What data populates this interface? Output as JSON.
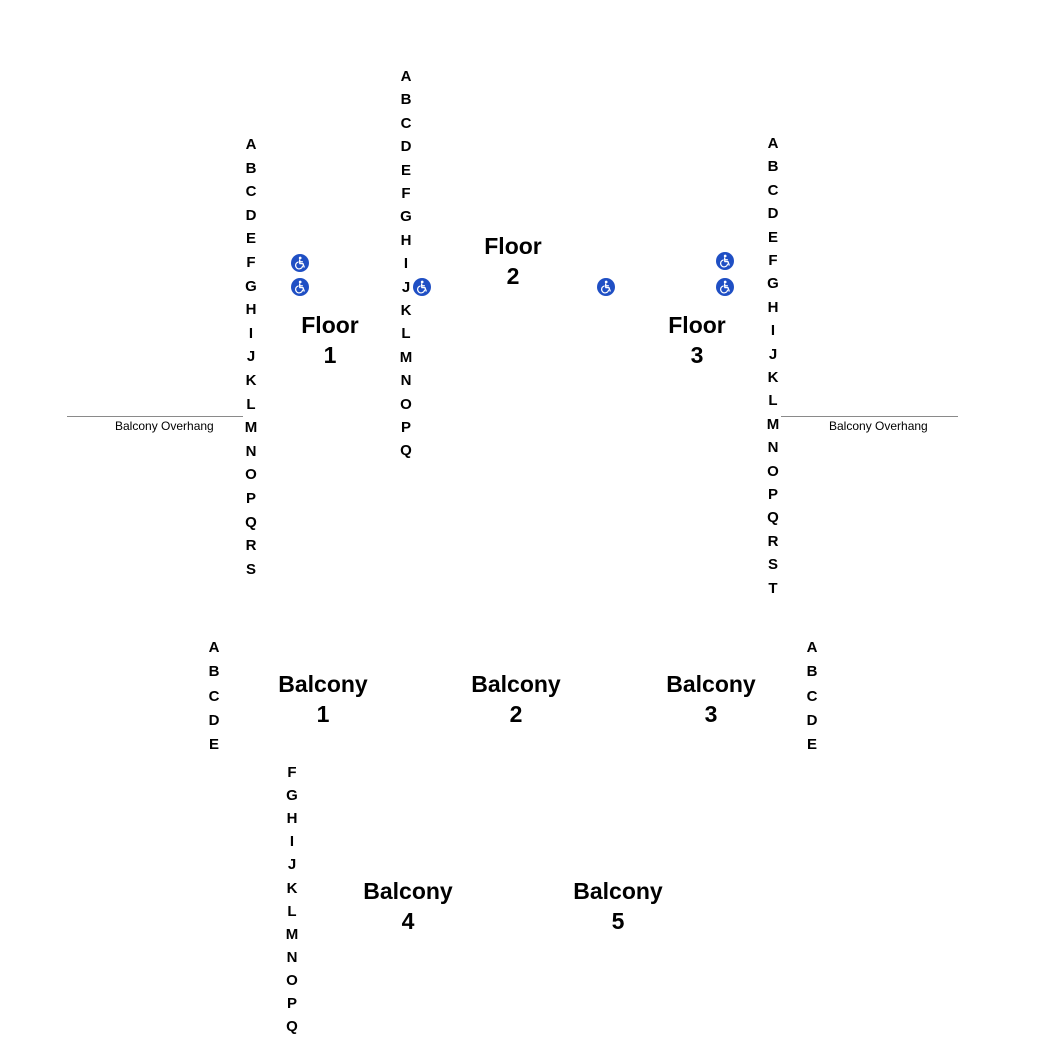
{
  "row_columns": [
    {
      "id": "floor1-left",
      "rows": [
        "A",
        "B",
        "C",
        "D",
        "E",
        "F",
        "G",
        "H",
        "I",
        "J",
        "K",
        "L",
        "M",
        "N",
        "O",
        "P",
        "Q",
        "R",
        "S"
      ]
    },
    {
      "id": "floor2-left",
      "rows": [
        "A",
        "B",
        "C",
        "D",
        "E",
        "F",
        "G",
        "H",
        "I",
        "J",
        "K",
        "L",
        "M",
        "N",
        "O",
        "P",
        "Q"
      ]
    },
    {
      "id": "floor3-right",
      "rows": [
        "A",
        "B",
        "C",
        "D",
        "E",
        "F",
        "G",
        "H",
        "I",
        "J",
        "K",
        "L",
        "M",
        "N",
        "O",
        "P",
        "Q",
        "R",
        "S",
        "T"
      ]
    },
    {
      "id": "balcony1-left",
      "rows": [
        "A",
        "B",
        "C",
        "D",
        "E"
      ]
    },
    {
      "id": "balcony3-right",
      "rows": [
        "A",
        "B",
        "C",
        "D",
        "E"
      ]
    },
    {
      "id": "balcony4-left",
      "rows": [
        "F",
        "G",
        "H",
        "I",
        "J",
        "K",
        "L",
        "M",
        "N",
        "O",
        "P",
        "Q"
      ]
    }
  ],
  "sections": [
    {
      "id": "floor-1",
      "word": "Floor",
      "number": "1"
    },
    {
      "id": "floor-2",
      "word": "Floor",
      "number": "2"
    },
    {
      "id": "floor-3",
      "word": "Floor",
      "number": "3"
    },
    {
      "id": "balcony-1",
      "word": "Balcony",
      "number": "1"
    },
    {
      "id": "balcony-2",
      "word": "Balcony",
      "number": "2"
    },
    {
      "id": "balcony-3",
      "word": "Balcony",
      "number": "3"
    },
    {
      "id": "balcony-4",
      "word": "Balcony",
      "number": "4"
    },
    {
      "id": "balcony-5",
      "word": "Balcony",
      "number": "5"
    }
  ],
  "overhang": {
    "left_label": "Balcony Overhang",
    "right_label": "Balcony Overhang"
  },
  "accessible_icon": "wheelchair-icon",
  "colors": {
    "accessible_blue": "#1f4fc4",
    "overhang_line": "#8a8a8a",
    "text": "#000000",
    "background": "#ffffff"
  }
}
